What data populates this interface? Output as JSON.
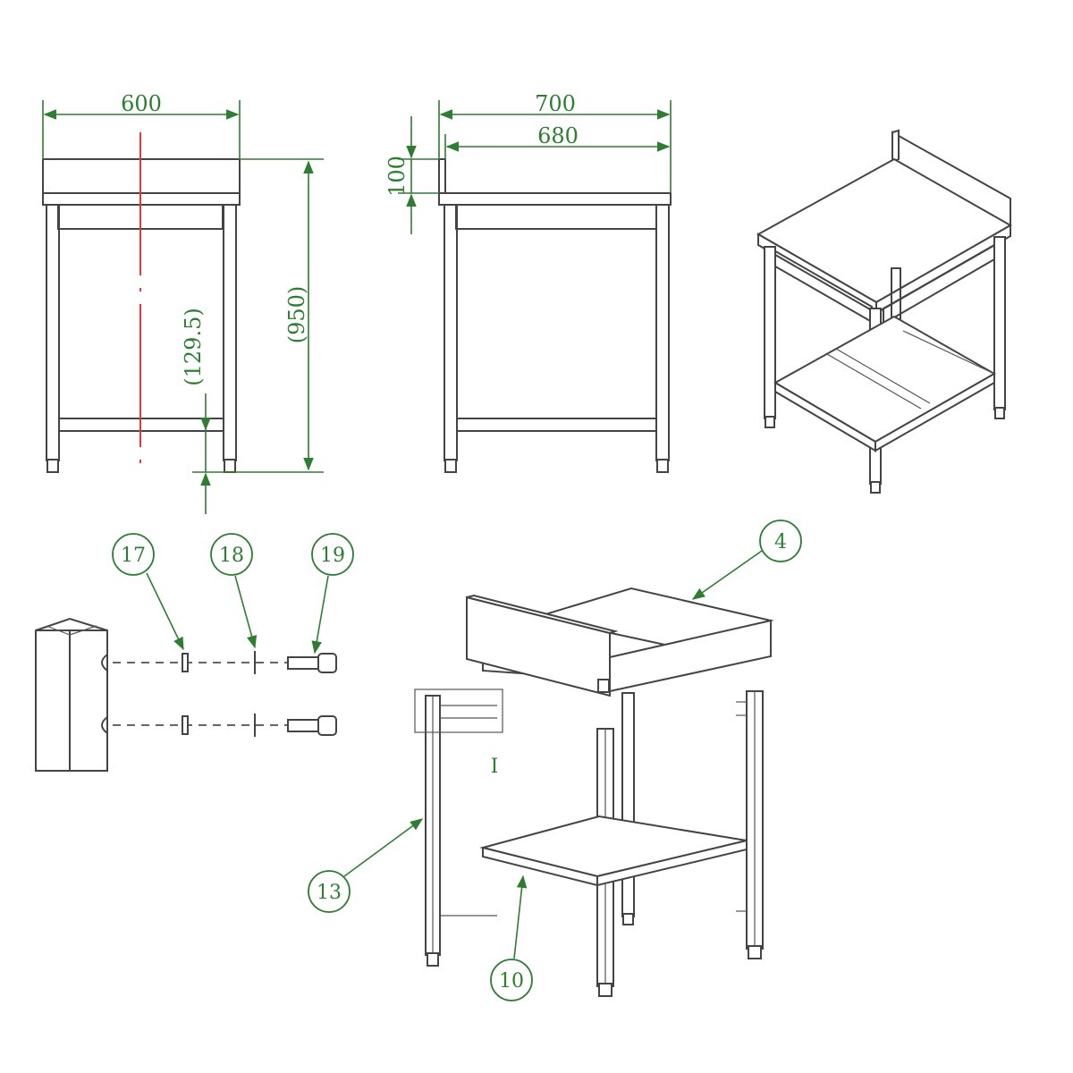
{
  "dimensions": {
    "front_width": "600",
    "side_depth": "700",
    "top_depth": "680",
    "backsplash_height": "100",
    "total_height": "(950)",
    "shelf_height": "(129.5)"
  },
  "callouts": {
    "washer": "17",
    "lock_washer": "18",
    "bolt": "19",
    "top": "4",
    "leg": "13",
    "shelf": "10"
  },
  "view_label": "I",
  "colors": {
    "dimension": "#2e7d32",
    "centerline": "#e53935",
    "outline": "#444444"
  }
}
